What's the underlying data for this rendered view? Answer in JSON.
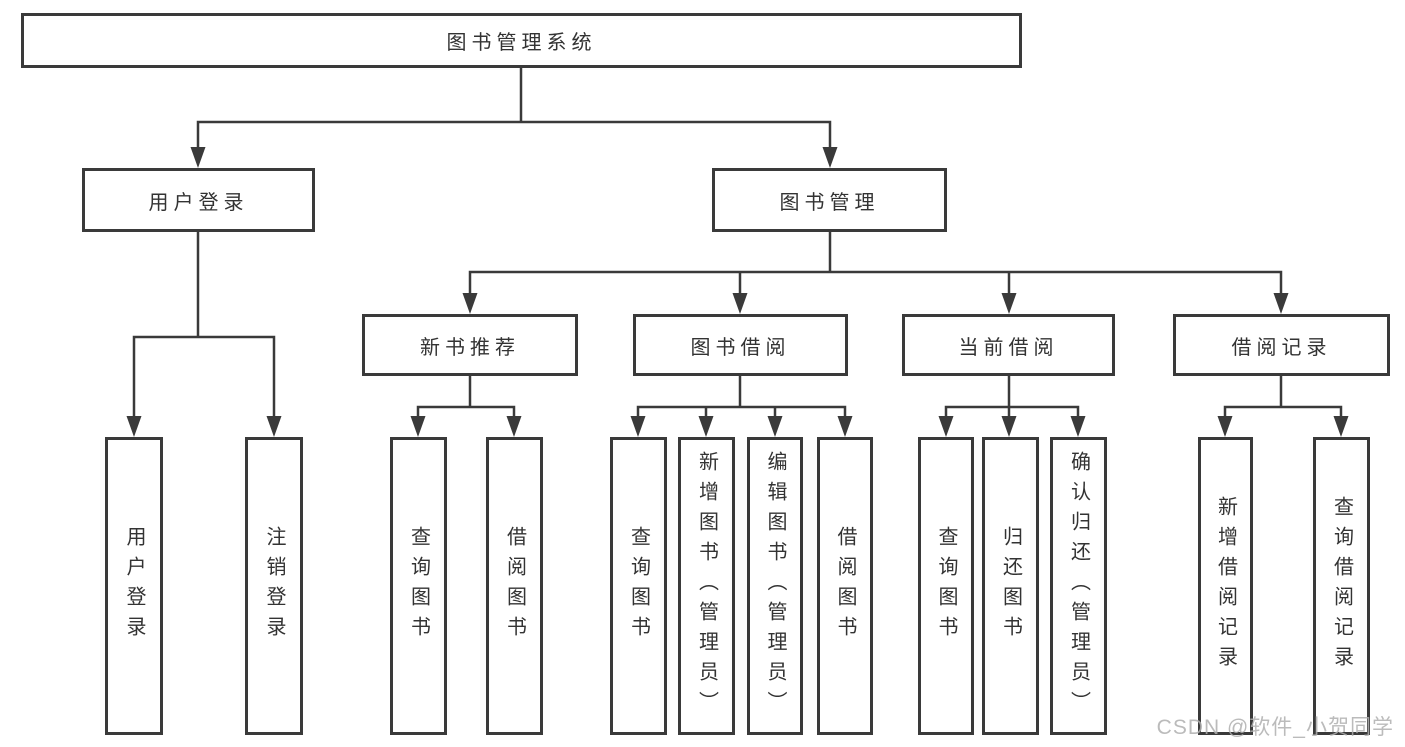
{
  "tree": {
    "root": {
      "label": "图书管理系统",
      "children": [
        {
          "label": "用户登录",
          "children": [
            {
              "label": "用户登录"
            },
            {
              "label": "注销登录"
            }
          ]
        },
        {
          "label": "图书管理",
          "children": [
            {
              "label": "新书推荐",
              "children": [
                {
                  "label": "查询图书"
                },
                {
                  "label": "借阅图书"
                }
              ]
            },
            {
              "label": "图书借阅",
              "children": [
                {
                  "label": "查询图书"
                },
                {
                  "label": "新增图书（管理员）"
                },
                {
                  "label": "编辑图书（管理员）"
                },
                {
                  "label": "借阅图书"
                }
              ]
            },
            {
              "label": "当前借阅",
              "children": [
                {
                  "label": "查询图书"
                },
                {
                  "label": "归还图书"
                },
                {
                  "label": "确认归还（管理员）"
                }
              ]
            },
            {
              "label": "借阅记录",
              "children": [
                {
                  "label": "新增借阅记录"
                },
                {
                  "label": "查询借阅记录"
                }
              ]
            }
          ]
        }
      ]
    }
  },
  "watermark": "CSDN @软件_小贺同学",
  "colors": {
    "line": "#3a3a3a",
    "text": "#333333",
    "watermark": "#afafaf",
    "background": "#ffffff"
  }
}
